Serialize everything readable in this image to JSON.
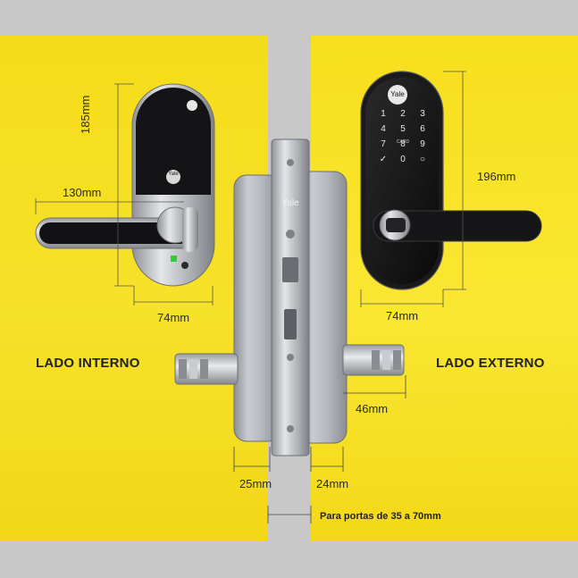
{
  "labels": {
    "inside": "LADO INTERNO",
    "outside": "LADO EXTERNO",
    "door_note": "Para portas de 35 a 70mm"
  },
  "dimensions": {
    "inner_height": "185mm",
    "inner_handle_length": "130mm",
    "inner_width": "74mm",
    "outer_height": "196mm",
    "outer_width": "74mm",
    "knob_depth": "46mm",
    "inner_offset": "25mm",
    "outer_offset": "24mm"
  },
  "brand": "Yale",
  "keypad": {
    "keys": [
      "1",
      "2",
      "3",
      "4",
      "5",
      "6",
      "7",
      "8",
      "9",
      "✓",
      "0",
      "○"
    ],
    "card_label": "CARD"
  },
  "colors": {
    "yellow": "#f7e22a",
    "gray_bg": "#c8c8c8",
    "lock_black": "#111111",
    "chrome": "#b9bcc0"
  }
}
